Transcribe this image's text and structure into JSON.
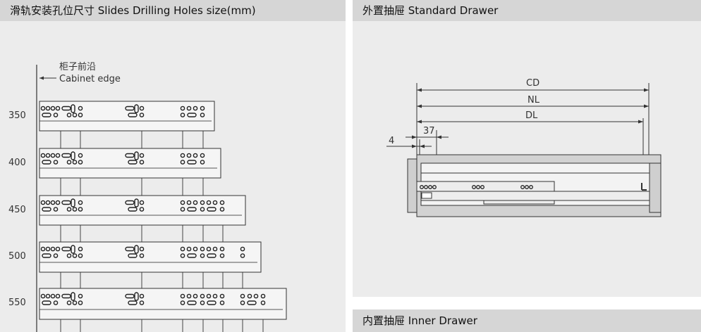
{
  "left_panel": {
    "title": "滑轨安装孔位尺寸   Slides Drilling Holes size(mm)",
    "cabinet_edge_cn": "柜子前沿",
    "cabinet_edge_en": "Cabinet edge",
    "sizes": [
      "350",
      "400",
      "450",
      "500",
      "550"
    ]
  },
  "right_top": {
    "title": "外置抽屉   Standard Drawer",
    "dims": {
      "cd": "CD",
      "nl": "NL",
      "dl": "DL",
      "d37": "37",
      "d4": "4"
    }
  },
  "right_bottom": {
    "title": "内置抽屉   Inner Drawer"
  }
}
